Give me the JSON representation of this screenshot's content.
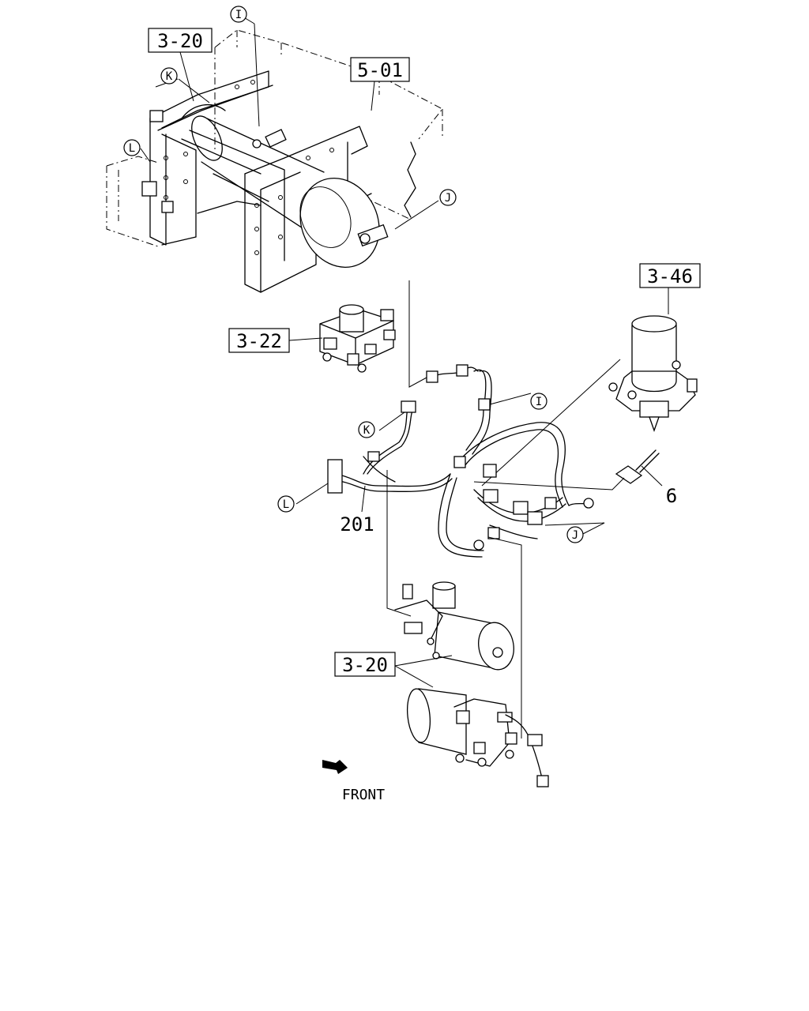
{
  "refs": {
    "ref_3_20_top": "3-20",
    "ref_5_01": "5-01",
    "ref_3_22": "3-22",
    "ref_3_46": "3-46",
    "ref_3_20_bottom": "3-20"
  },
  "parts": {
    "part_6": "6",
    "part_201": "201"
  },
  "markers": {
    "I_top": "I",
    "J_top": "J",
    "K_top": "K",
    "L_top": "L",
    "I_mid": "I",
    "J_mid": "J",
    "K_mid": "K",
    "L_mid": "L"
  },
  "direction": {
    "label": "FRONT"
  }
}
